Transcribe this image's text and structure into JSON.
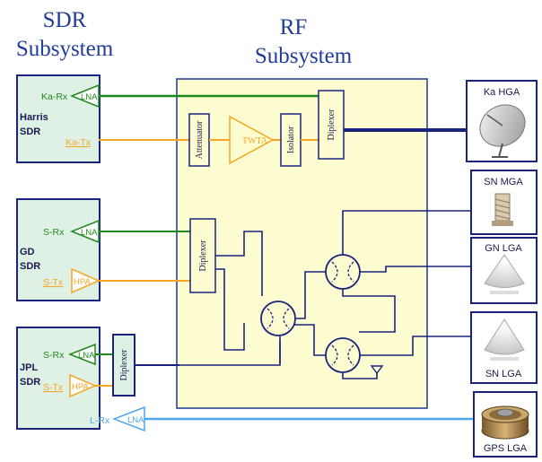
{
  "headings": {
    "sdr_line1": "SDR",
    "sdr_line2": "Subsystem",
    "rf_line1": "RF",
    "rf_line2": "Subsystem"
  },
  "sdrs": {
    "harris": {
      "name_line1": "Harris",
      "name_line2": "SDR",
      "rx_port": "Ka-Rx",
      "tx_port": "Ka-Tx",
      "amp": "LNA"
    },
    "gd": {
      "name_line1": "GD",
      "name_line2": "SDR",
      "rx_port": "S-Rx",
      "tx_port": "S-Tx",
      "rx_amp": "LNA",
      "tx_amp": "HPA"
    },
    "jpl": {
      "name_line1": "JPL",
      "name_line2": "SDR",
      "rx_port": "S-Rx",
      "tx_port": "S-Tx",
      "rx_amp": "LNA",
      "tx_amp": "HPA",
      "diplexer": "Diplexer",
      "lrx_port": "L-Rx",
      "lrx_amp": "LNA"
    }
  },
  "rf": {
    "attenuator": "Attenuator",
    "twta": "TWTA",
    "isolator": "Isolator",
    "diplexer_top": "Diplexer",
    "diplexer_mid": "Diplexer"
  },
  "antennas": {
    "ka_hga": "Ka HGA",
    "sn_mga": "SN MGA",
    "gn_lga": "GN LGA",
    "sn_lga": "SN LGA",
    "gps_lga": "GPS LGA"
  },
  "colors": {
    "green": "#1e8a1e",
    "orange": "#f5a623",
    "navy": "#1a237e",
    "light_blue": "#4da6e8",
    "panel_yellow": "#fdfbd0",
    "sdr_fill": "#dff0e4",
    "heading_blue": "#1f3d99"
  },
  "icons": [
    "amplifier-triangle",
    "switch-circle",
    "termination-icon",
    "dish-antenna",
    "helix-antenna",
    "cone-antenna",
    "gps-patch-antenna"
  ]
}
